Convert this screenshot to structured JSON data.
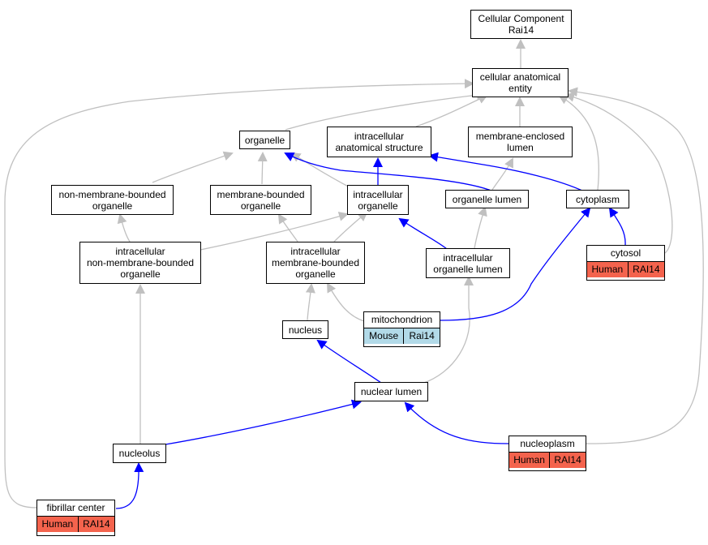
{
  "colors": {
    "is_a_edge": "#c0c0c0",
    "part_of_edge": "#0000ff",
    "human_tag": "#f4634d",
    "mouse_tag": "#b2dae8"
  },
  "nodes": {
    "root": [
      "Cellular Component",
      "Rai14"
    ],
    "cae": [
      "cellular anatomical",
      "entity"
    ],
    "organelle": [
      "organelle"
    ],
    "ias": [
      "intracellular",
      "anatomical structure"
    ],
    "mel": [
      "membrane-enclosed",
      "lumen"
    ],
    "nmbo": [
      "non-membrane-bounded",
      "organelle"
    ],
    "mbo": [
      "membrane-bounded",
      "organelle"
    ],
    "io": [
      "intracellular",
      "organelle"
    ],
    "ol": [
      "organelle lumen"
    ],
    "cyto": [
      "cytoplasm"
    ],
    "inmbo": [
      "intracellular",
      "non-membrane-bounded",
      "organelle"
    ],
    "imbo": [
      "intracellular",
      "membrane-bounded",
      "organelle"
    ],
    "iol": [
      "intracellular",
      "organelle lumen"
    ],
    "nucleus": [
      "nucleus"
    ],
    "nl": [
      "nuclear lumen"
    ],
    "nucleolus": [
      "nucleolus"
    ]
  },
  "annotated": {
    "cytosol": {
      "label": "cytosol",
      "species": "Human",
      "gene": "RAI14"
    },
    "mito": {
      "label": "mitochondrion",
      "species": "Mouse",
      "gene": "Rai14"
    },
    "nucleoplasm": {
      "label": "nucleoplasm",
      "species": "Human",
      "gene": "RAI14"
    },
    "fc": {
      "label": "fibrillar center",
      "species": "Human",
      "gene": "RAI14"
    }
  }
}
